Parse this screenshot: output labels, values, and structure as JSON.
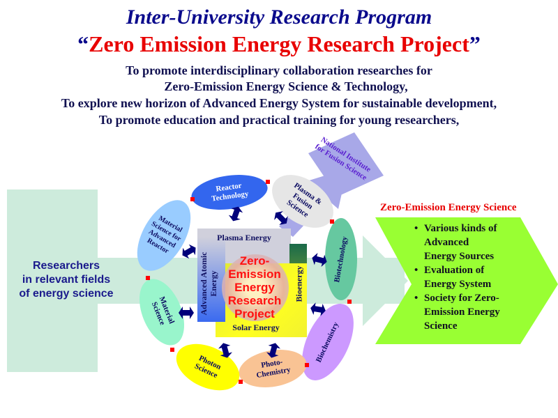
{
  "header": {
    "title": "Inter-University Research Program",
    "subtitle_open_quote": "“",
    "subtitle": "Zero Emission Energy Research Project",
    "subtitle_close_quote": "”",
    "goals": [
      "To promote interdisciplinary collaboration researches for",
      "Zero-Emission Energy Science & Technology,",
      "To explore new horizon of Advanced Energy System for sustainable development,",
      "To promote education and practical training for young researchers,"
    ]
  },
  "left_block": {
    "lines": [
      "Researchers",
      "in relevant fields",
      "of energy science"
    ]
  },
  "nifs": {
    "lines": [
      "National Institute",
      "for Fusion Science"
    ]
  },
  "ring": {
    "reactor_technology": [
      "Reactor",
      "Technology"
    ],
    "plasma_fusion": [
      "Plasma &",
      "Fusion",
      "Science"
    ],
    "biotechnology": [
      "Biotechnology"
    ],
    "biochemistry": [
      "Biochemistry"
    ],
    "photochemistry": [
      "Photo-",
      "Chemistry"
    ],
    "photon_science": [
      "Photon",
      "Science"
    ],
    "material_science": [
      "Material",
      "Science"
    ],
    "material_advanced_reactor": [
      "Material",
      "Science for",
      "Advanced",
      "Reactor"
    ]
  },
  "core": {
    "plasma_energy": "Plasma Energy",
    "advanced_atomic_energy": [
      "Advanced Atomic",
      "Energy"
    ],
    "bioenergy": "Bioenergy",
    "solar_energy": "Solar Energy",
    "center": [
      "Zero-",
      "Emission",
      "Energy",
      "Research",
      "Project"
    ]
  },
  "output": {
    "heading": "Zero-Emission  Energy Science",
    "bullets": [
      [
        "Various kinds of",
        "Advanced",
        "Energy Sources"
      ],
      [
        "Evaluation of",
        "Energy System"
      ],
      [
        "Society for Zero-",
        "Emission Energy",
        "Science"
      ]
    ]
  },
  "colors": {
    "title_blue": "#0a0a8c",
    "title_red": "#e80000",
    "band_green": "#cdebdc",
    "output_green": "#99ff33",
    "arrow_navy": "#00007a",
    "nifs_lavender": "#a8a8e8"
  }
}
